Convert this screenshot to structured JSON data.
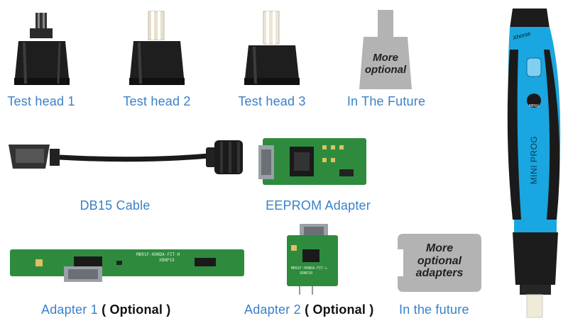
{
  "heads": [
    {
      "label": "Test head 1"
    },
    {
      "label": "Test head 2"
    },
    {
      "label": "Test head 3"
    },
    {
      "label": "In The Future"
    }
  ],
  "future_head_text": [
    "More",
    "optional"
  ],
  "cable": {
    "label": "DB15 Cable"
  },
  "eeprom": {
    "label": "EEPROM Adapter"
  },
  "adapter1": {
    "label": "Adapter 1",
    "optional": "( Optional )",
    "pcb_text": [
      "MB91F-HONDA-FIT-H",
      "XDNP19"
    ]
  },
  "adapter2": {
    "label": "Adapter 2",
    "optional": "( Optional )",
    "pcb_text": [
      "MB91F-HONDA-FIT-L",
      "XDNP20"
    ]
  },
  "future_adapter": {
    "label": "In the future",
    "text": [
      "More",
      "optional",
      "adapters"
    ]
  },
  "device": {
    "brand": "Xhorse",
    "menu_label": "MENU",
    "product_name": "MINI PROG"
  },
  "colors": {
    "label_blue": "#3a80c8",
    "device_blue": "#1aa6e0",
    "pcb_green": "#2e8b3e",
    "placeholder_gray": "#b3b3b3"
  }
}
